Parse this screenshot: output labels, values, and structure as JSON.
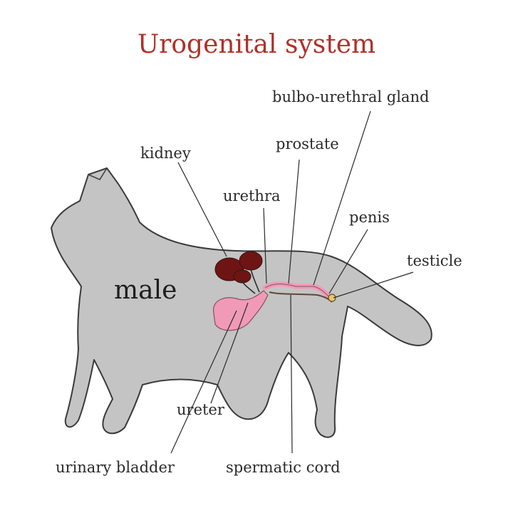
{
  "diagram": {
    "title": "Urogenital system",
    "sex_label": "male",
    "labels": {
      "bulbo_urethral_gland": "bulbo-urethral gland",
      "prostate": "prostate",
      "kidney": "kidney",
      "urethra": "urethra",
      "penis": "penis",
      "testicle": "testicle",
      "ureter": "ureter",
      "urinary_bladder": "urinary bladder",
      "spermatic_cord": "spermatic cord"
    },
    "colors": {
      "title": "#b0302a",
      "body": "#c4c4c4",
      "outline": "#3a3a3a",
      "kidney": "#6e1414",
      "bladder": "#f09ab8",
      "testicle": "#e8c96a"
    }
  }
}
